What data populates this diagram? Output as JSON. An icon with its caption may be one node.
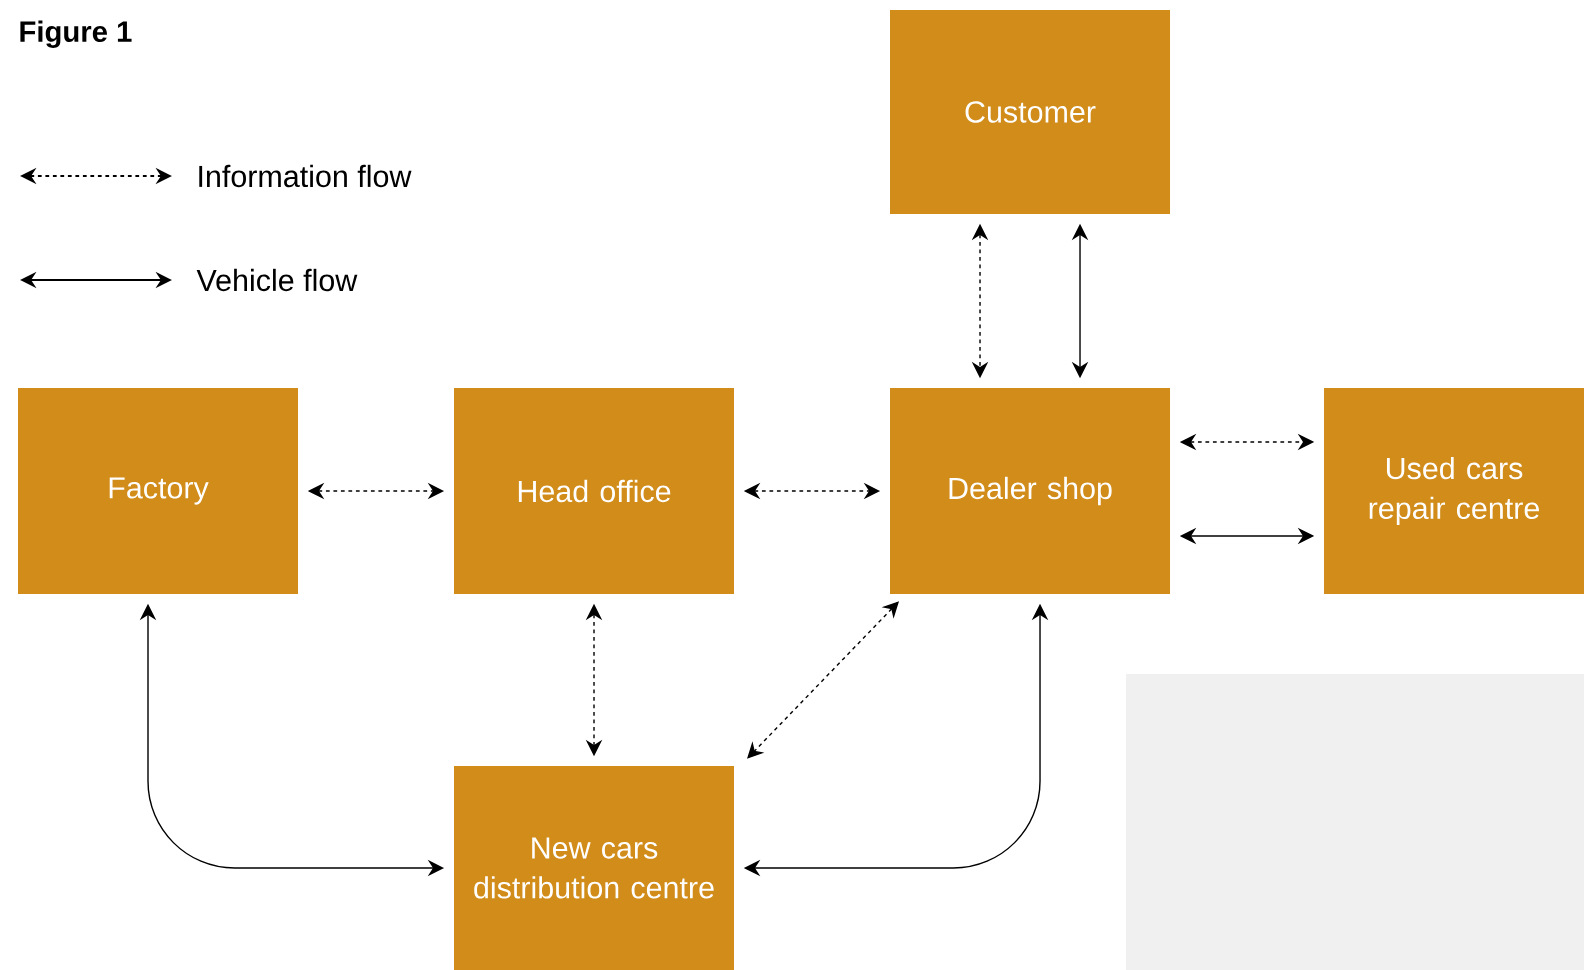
{
  "diagram": {
    "title": "Figure 1",
    "nodes": [
      {
        "text": [
          "Customer"
        ]
      },
      {
        "text": [
          "Factory"
        ]
      },
      {
        "text": [
          "Head office"
        ]
      },
      {
        "text": [
          "Dealer shop"
        ]
      },
      {
        "text": [
          "Used cars repair centre"
        ]
      },
      {
        "text": [
          "New cars distribution centre"
        ]
      }
    ],
    "edges": [
      {
        "from": 0,
        "to": 3,
        "arrow": "both",
        "style": "dashed"
      },
      {
        "from": 0,
        "to": 3,
        "arrow": "both"
      },
      {
        "from": 1,
        "to": 2,
        "arrow": "both",
        "style": "dashed"
      },
      {
        "from": 2,
        "to": 3,
        "arrow": "both",
        "style": "dashed"
      },
      {
        "from": 3,
        "to": 4,
        "arrow": "both",
        "style": "dashed"
      },
      {
        "from": 3,
        "to": 4,
        "arrow": "both"
      },
      {
        "from": 2,
        "to": 5,
        "arrow": "both",
        "style": "dashed"
      },
      {
        "from": 3,
        "to": 5,
        "arrow": "both",
        "style": "dashed"
      },
      {
        "from": 1,
        "to": 5,
        "arrow": "both"
      },
      {
        "from": 3,
        "to": 5,
        "arrow": "both"
      }
    ],
    "legend": [
      {
        "text": "Information flow"
      },
      {
        "text": "Vehicle flow"
      }
    ]
  }
}
